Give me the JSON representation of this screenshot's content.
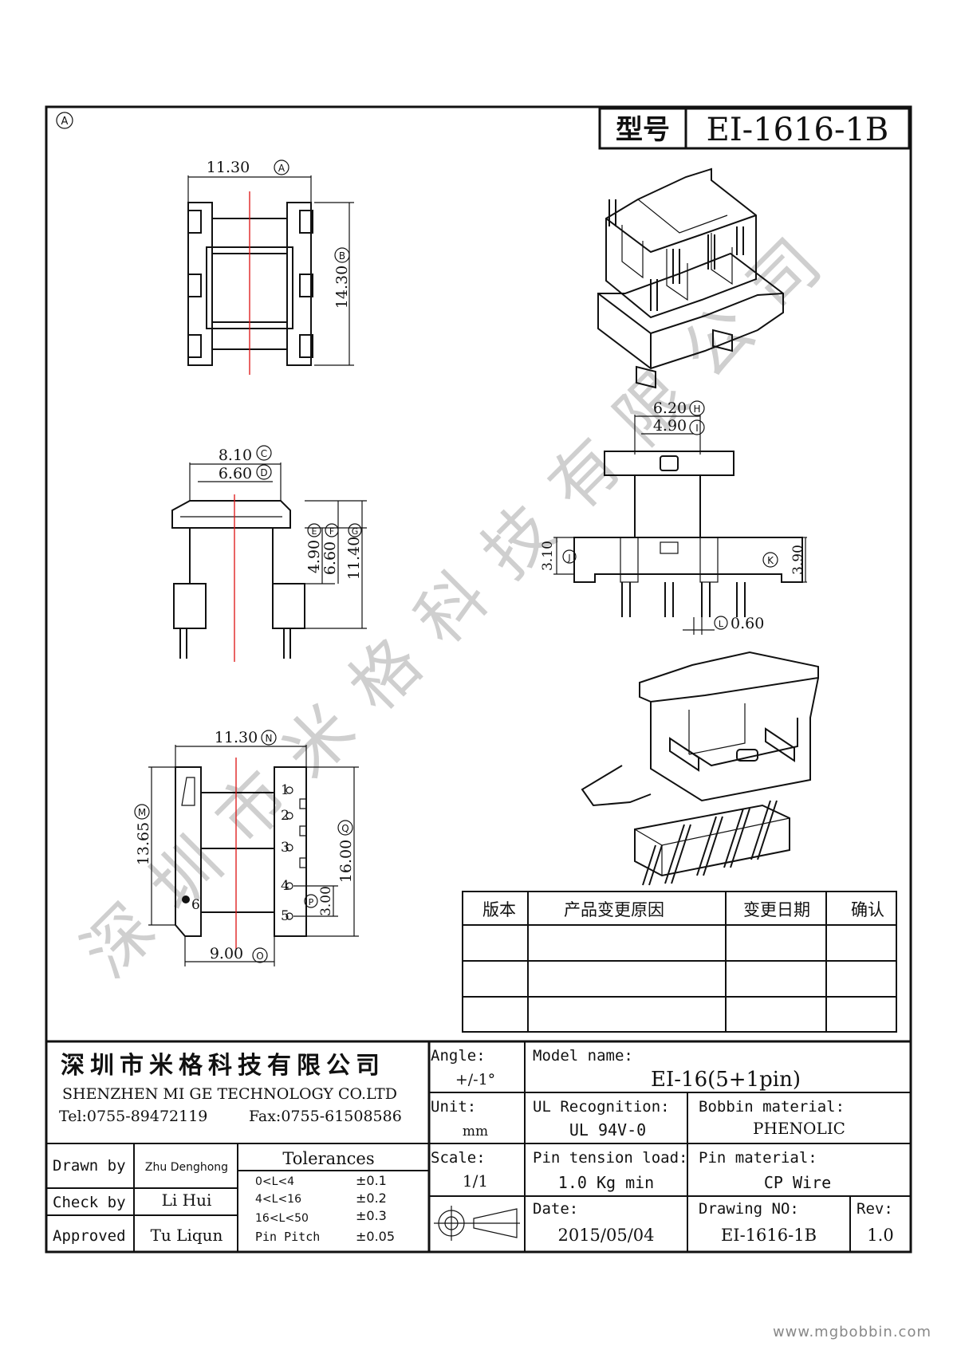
{
  "header": {
    "corner_mark": "A",
    "model_label": "型号",
    "model_value": "EI-1616-1B"
  },
  "dimensions": {
    "top_width": "11.30",
    "top_width_tag": "A",
    "top_height": "14.30",
    "top_height_tag": "B",
    "side_outer": "8.10",
    "side_outer_tag": "C",
    "side_inner": "6.60",
    "side_inner_tag": "D",
    "side_e": "4.90",
    "side_e_tag": "E",
    "side_f": "6.60",
    "side_f_tag": "F",
    "side_g": "11.40",
    "side_g_tag": "G",
    "front_h": "6.20",
    "front_h_tag": "H",
    "front_i": "4.90",
    "front_i_tag": "I",
    "front_j": "3.10",
    "front_j_tag": "J",
    "front_k": "3.90",
    "front_k_tag": "K",
    "front_l": "0.60",
    "front_l_tag": "L",
    "bottom_n": "11.30",
    "bottom_n_tag": "N",
    "bottom_m": "13.65",
    "bottom_m_tag": "M",
    "bottom_q": "16.00",
    "bottom_q_tag": "Q",
    "bottom_p": "3.00",
    "bottom_p_tag": "P",
    "bottom_o": "9.00",
    "bottom_o_tag": "O",
    "pins": [
      "1",
      "2",
      "3",
      "4",
      "5",
      "6"
    ]
  },
  "watermark": "深圳市米格科技有限公司",
  "revision_table": {
    "headers": [
      "版本",
      "产品变更原因",
      "变更日期",
      "确认"
    ],
    "rows": [
      [
        "",
        "",
        "",
        ""
      ],
      [
        "",
        "",
        "",
        ""
      ],
      [
        "",
        "",
        "",
        ""
      ]
    ]
  },
  "title_block": {
    "company_cn": "深圳市米格科技有限公司",
    "company_en": "SHENZHEN  MI GE TECHNOLOGY   CO.LTD",
    "tel": "Tel:0755-89472119",
    "fax": "Fax:0755-61508586",
    "angle_label": "Angle:",
    "angle_value": "+/-1°",
    "model_name_label": "Model name:",
    "model_name_value": "EI-16(5+1pin)",
    "unit_label": "Unit:",
    "unit_value": "mm",
    "ul_label": "UL Recognition:",
    "ul_value": "UL 94V-0",
    "bobbin_label": "Bobbin material:",
    "bobbin_value": "PHENOLIC",
    "drawn_label": "Drawn by",
    "drawn_value": "Zhu Denghong",
    "check_label": "Check by",
    "check_value": "Li Hui",
    "approved_label": "Approved",
    "approved_value": "Tu Liqun",
    "tol_title": "Tolerances",
    "tolerances": [
      {
        "range": "0<L<4",
        "value": "±0.1"
      },
      {
        "range": "4<L<16",
        "value": "±0.2"
      },
      {
        "range": "16<L<50",
        "value": "±0.3"
      },
      {
        "range": "Pin Pitch",
        "value": "±0.05"
      }
    ],
    "scale_label": "Scale:",
    "scale_value": "1/1",
    "pin_tension_label": "Pin tension load:",
    "pin_tension_value": "1.0 Kg min",
    "pin_material_label": "Pin material:",
    "pin_material_value": "CP Wire",
    "date_label": "Date:",
    "date_value": "2015/05/04",
    "drawing_no_label": "Drawing NO:",
    "drawing_no_value": "EI-1616-1B",
    "rev_label": "Rev:",
    "rev_value": "1.0"
  },
  "footer_url": "www.mgbobbin.com"
}
